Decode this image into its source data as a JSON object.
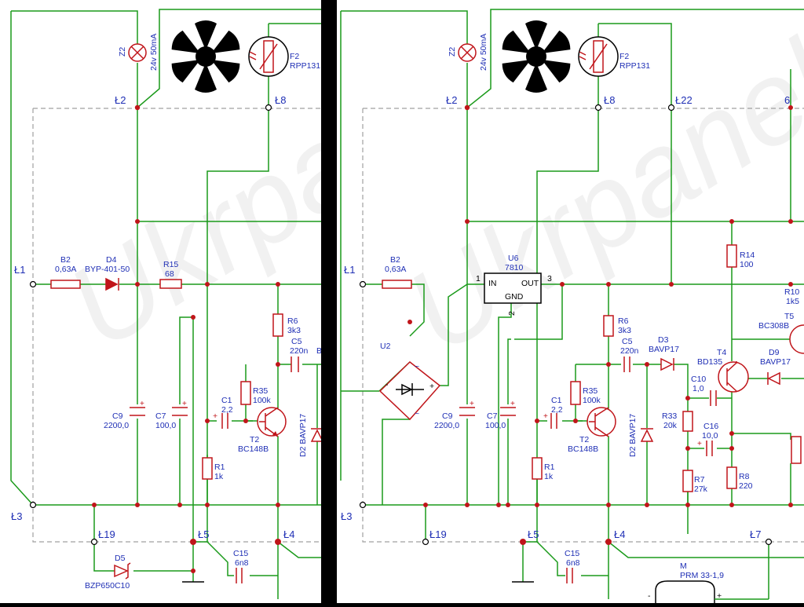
{
  "watermark": "Ukrpanel",
  "panel_left": {
    "nodes": {
      "L1": "Ł1",
      "L2": "Ł2",
      "L3": "Ł3",
      "L4": "Ł4",
      "L5": "Ł5",
      "L8": "Ł8",
      "L19": "Ł19"
    },
    "components": {
      "z2": {
        "ref": "Z2",
        "val": "24v 50mA"
      },
      "f2": {
        "ref": "F2",
        "val": "RPP131"
      },
      "b2": {
        "ref": "B2",
        "val": "0,63A"
      },
      "d4": {
        "ref": "D4",
        "val": "BYP-401-50"
      },
      "r15": {
        "ref": "R15",
        "val": "68"
      },
      "r6": {
        "ref": "R6",
        "val": "3k3"
      },
      "c5": {
        "ref": "C5",
        "val": "220n"
      },
      "c5_extra": "B",
      "r35": {
        "ref": "R35",
        "val": "100k"
      },
      "c1": {
        "ref": "C1",
        "val": "2,2"
      },
      "c9": {
        "ref": "C9",
        "val": "2200,0"
      },
      "c7": {
        "ref": "C7",
        "val": "100,0"
      },
      "t2": {
        "ref": "T2",
        "val": "BC148B"
      },
      "d2": {
        "ref": "D2",
        "val": "BAVP17"
      },
      "r1": {
        "ref": "R1",
        "val": "1k"
      },
      "d5": {
        "ref": "D5",
        "val": "BZP650C10"
      },
      "c15": {
        "ref": "C15",
        "val": "6n8"
      }
    }
  },
  "panel_right": {
    "nodes": {
      "L1": "Ł1",
      "L2": "Ł2",
      "L3": "Ł3",
      "L4": "Ł4",
      "L5": "Ł5",
      "L7": "Ł7",
      "L8": "Ł8",
      "L19": "Ł19",
      "L22": "Ł22",
      "n6": "6"
    },
    "components": {
      "z2": {
        "ref": "Z2",
        "val": "24v 50mA"
      },
      "f2": {
        "ref": "F2",
        "val": "RPP131"
      },
      "b2": {
        "ref": "B2",
        "val": "0,63A"
      },
      "u6": {
        "ref": "U6",
        "val": "7810",
        "in": "IN",
        "out": "OUT",
        "gnd": "GND",
        "pin1": "1",
        "pin2": "2",
        "pin3": "3"
      },
      "u2": {
        "ref": "U2",
        "plus": "+",
        "minus": "-",
        "ac": "~"
      },
      "r14": {
        "ref": "R14",
        "val": "100"
      },
      "r10": {
        "ref": "R10",
        "val": "1k5"
      },
      "t5": {
        "ref": "T5",
        "val": "BC308B"
      },
      "r6": {
        "ref": "R6",
        "val": "3k3"
      },
      "c5": {
        "ref": "C5",
        "val": "220n"
      },
      "d3": {
        "ref": "D3",
        "val": "BAVP17"
      },
      "t4": {
        "ref": "T4",
        "val": "BD135"
      },
      "d9": {
        "ref": "D9",
        "val": "BAVP17"
      },
      "c10": {
        "ref": "C10",
        "val": "1,0"
      },
      "r35": {
        "ref": "R35",
        "val": "100k"
      },
      "c1": {
        "ref": "C1",
        "val": "2,2"
      },
      "c9": {
        "ref": "C9",
        "val": "2200,0"
      },
      "c7": {
        "ref": "C7",
        "val": "100,0"
      },
      "t2": {
        "ref": "T2",
        "val": "BC148B"
      },
      "d2": {
        "ref": "D2",
        "val": "BAVP17"
      },
      "r33": {
        "ref": "R33",
        "val": "20k"
      },
      "c16": {
        "ref": "C16",
        "val": "10,0"
      },
      "r1": {
        "ref": "R1",
        "val": "1k"
      },
      "r7": {
        "ref": "R7",
        "val": "27k"
      },
      "r8": {
        "ref": "R8",
        "val": "220"
      },
      "c15": {
        "ref": "C15",
        "val": "6n8"
      },
      "m": {
        "ref": "M",
        "val": "PRM 33-1,9",
        "minus": "-",
        "plus": "+"
      }
    }
  }
}
